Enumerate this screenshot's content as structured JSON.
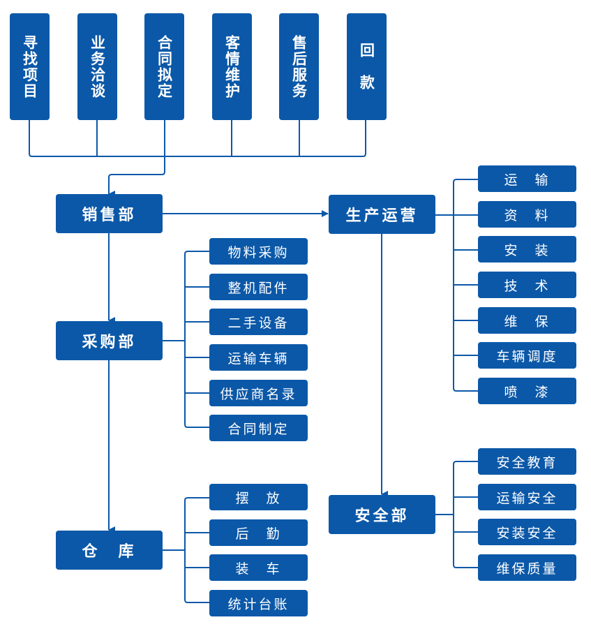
{
  "colors": {
    "box": "#0b58a8",
    "line": "#0b58a8",
    "text": "#ffffff"
  },
  "top_steps": [
    "寻找项目",
    "业务洽谈",
    "合同拟定",
    "客情维护",
    "售后服务",
    "回　款"
  ],
  "departments": {
    "sales": "销售部",
    "purchasing": "采购部",
    "warehouse": "仓　库",
    "operations": "生产运营",
    "safety": "安全部"
  },
  "purchasing_items": [
    "物料采购",
    "整机配件",
    "二手设备",
    "运输车辆",
    "供应商名录",
    "合同制定"
  ],
  "warehouse_items": [
    "摆　放",
    "后　勤",
    "装　车",
    "统计台账"
  ],
  "operations_items": [
    "运　输",
    "资　料",
    "安　装",
    "技　术",
    "维　保",
    "车辆调度",
    "喷　漆"
  ],
  "safety_items": [
    "安全教育",
    "运输安全",
    "安装安全",
    "维保质量"
  ]
}
